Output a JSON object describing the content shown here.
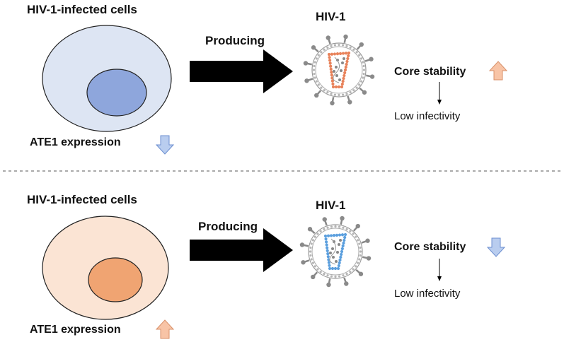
{
  "top_panel": {
    "cells_label": "HIV-1-infected cells",
    "producing_label": "Producing",
    "virus_label": "HIV-1",
    "expression_label": "ATE1 expression",
    "expression_direction": "down",
    "core_label": "Core stability",
    "core_direction": "up",
    "outcome_label": "Low infectivity",
    "cell_color": "#dde5f3",
    "nucleus_color": "#8ea6dc",
    "capsid_color": "#e8825a"
  },
  "bottom_panel": {
    "cells_label": "HIV-1-infected cells",
    "producing_label": "Producing",
    "virus_label": "HIV-1",
    "expression_label": "ATE1 expression",
    "expression_direction": "up",
    "core_label": "Core stability",
    "core_direction": "down",
    "outcome_label": "Low infectivity",
    "cell_color": "#fbe4d4",
    "nucleus_color": "#f0a472",
    "capsid_color": "#5b9fde"
  },
  "colors": {
    "up_arrow_fill": "#f8c4a6",
    "down_arrow_fill": "#b9cdef",
    "big_arrow": "#000000",
    "divider": "#555555"
  }
}
